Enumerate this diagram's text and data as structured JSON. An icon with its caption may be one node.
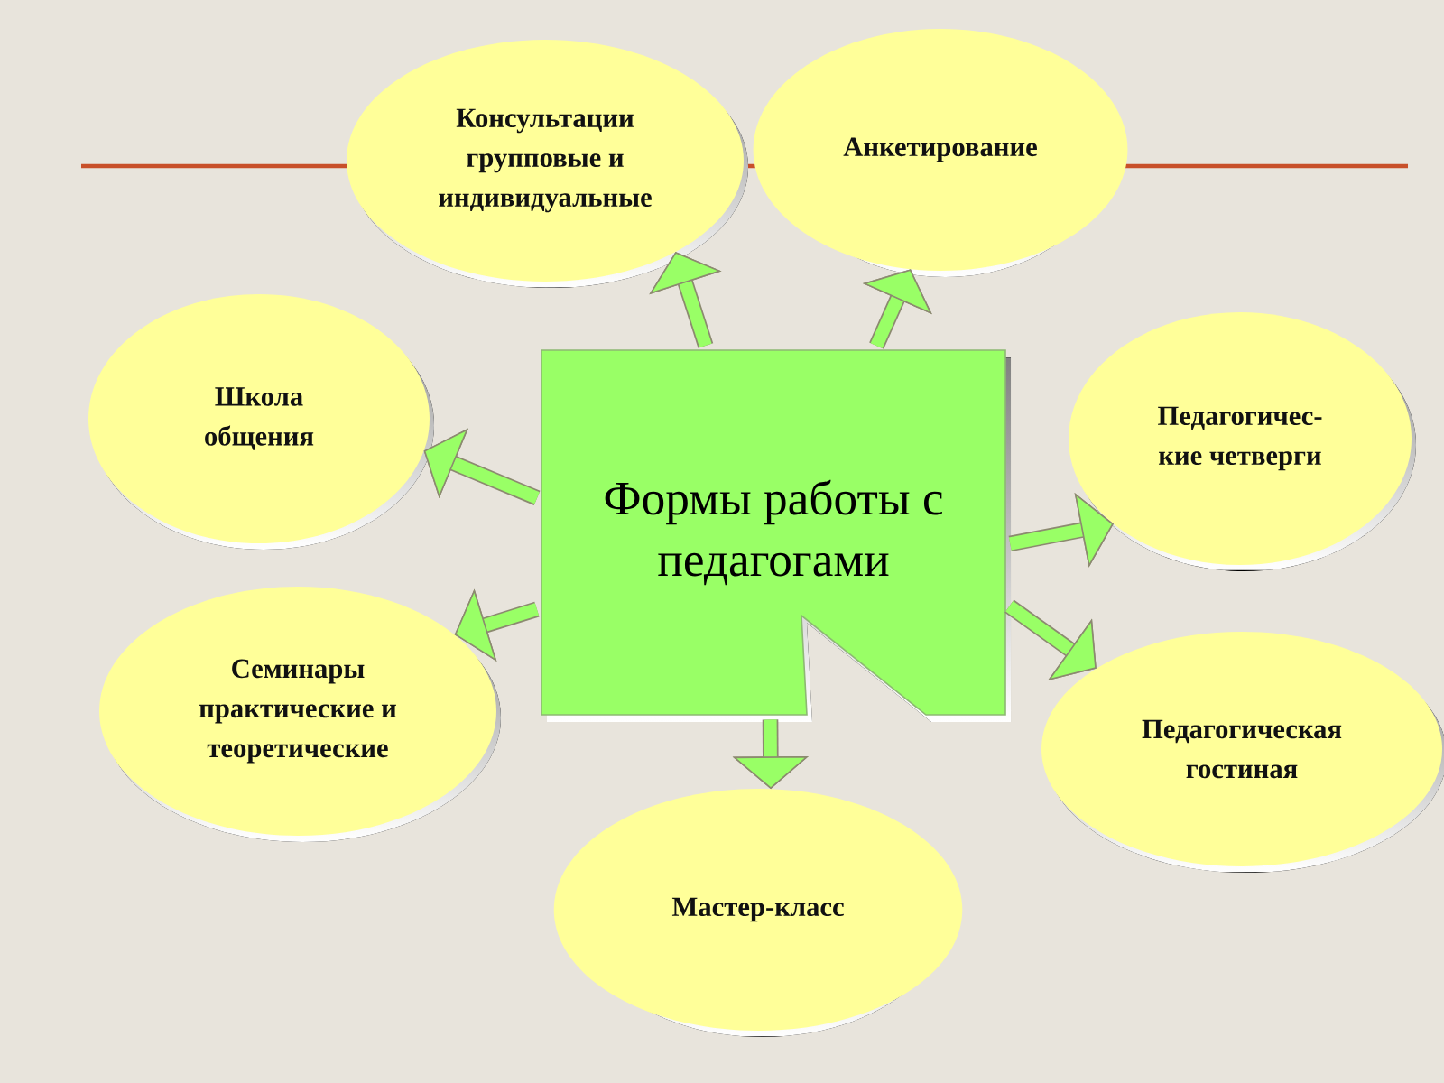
{
  "diagram": {
    "nodes": [
      {
        "text": [
          "Консультации групповые и индивидуальные"
        ]
      },
      {
        "text": [
          "Анкетирование"
        ]
      },
      {
        "text": [
          "Школа общения"
        ]
      },
      {
        "text": [
          "Педагогичес- кие четверги"
        ]
      },
      {
        "text": [
          "Формы работы с педагогами"
        ]
      },
      {
        "text": [
          "Семинары практические и теоретические"
        ]
      },
      {
        "text": [
          "Педагогическая гостиная"
        ]
      },
      {
        "text": [
          "Мастер-класс"
        ]
      }
    ],
    "edges": [
      {
        "from": 4,
        "to": 0,
        "arrow": "to"
      },
      {
        "from": 4,
        "to": 1,
        "arrow": "to"
      },
      {
        "from": 4,
        "to": 2,
        "arrow": "to"
      },
      {
        "from": 4,
        "to": 3,
        "arrow": "to"
      },
      {
        "from": 4,
        "to": 5,
        "arrow": "to"
      },
      {
        "from": 4,
        "to": 6,
        "arrow": "to"
      },
      {
        "from": 4,
        "to": 7,
        "arrow": "to"
      }
    ]
  }
}
